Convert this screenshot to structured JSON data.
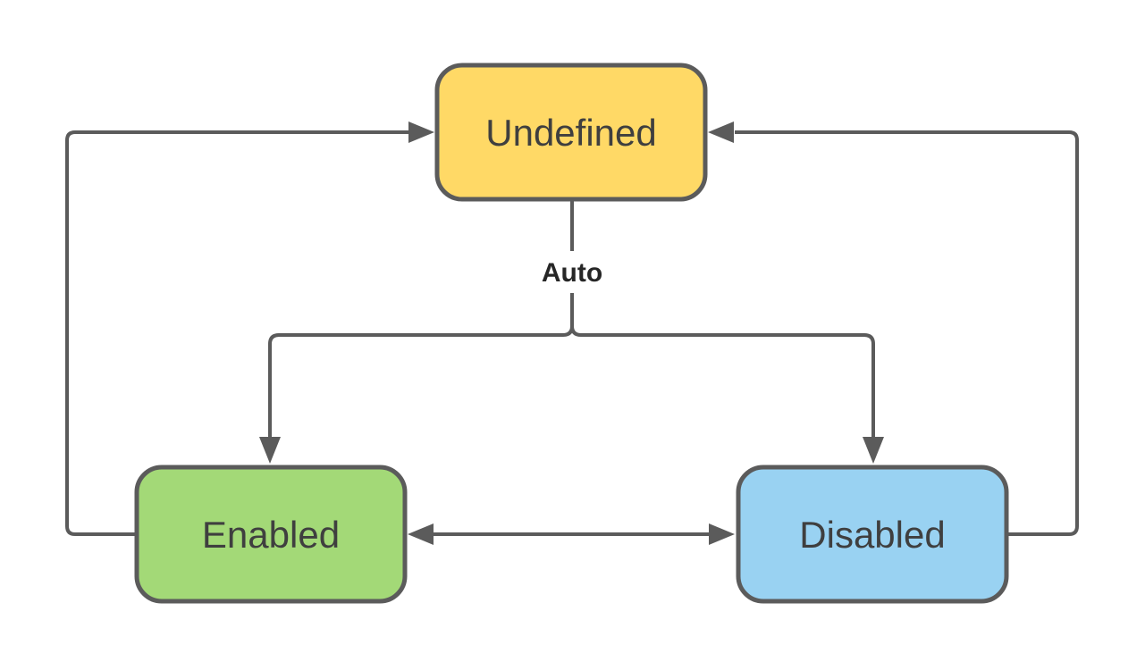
{
  "diagram": {
    "type": "state-diagram",
    "background": "#FFFFFF",
    "line_color": "#5B5B5B",
    "nodes": [
      {
        "id": "undefined",
        "label": "Undefined",
        "fill": "#FFD966",
        "text_color": "#3F3F3F",
        "position": "top-center"
      },
      {
        "id": "enabled",
        "label": "Enabled",
        "fill": "#A3D977",
        "text_color": "#3F3F3F",
        "position": "bottom-left"
      },
      {
        "id": "disabled",
        "label": "Disabled",
        "fill": "#99D2F2",
        "text_color": "#3F3F3F",
        "position": "bottom-right"
      }
    ],
    "edges": [
      {
        "from": "enabled",
        "to": "undefined",
        "label": "",
        "style": "orthogonal-left-loop"
      },
      {
        "from": "disabled",
        "to": "undefined",
        "label": "",
        "style": "orthogonal-right-loop"
      },
      {
        "from": "undefined",
        "to": "enabled",
        "label": "Auto",
        "style": "branch-down"
      },
      {
        "from": "undefined",
        "to": "disabled",
        "label": "Auto",
        "style": "branch-down"
      },
      {
        "from": "enabled",
        "to": "disabled",
        "label": "",
        "bidirectional": true,
        "style": "straight"
      }
    ],
    "edge_label_color": "#262626"
  }
}
